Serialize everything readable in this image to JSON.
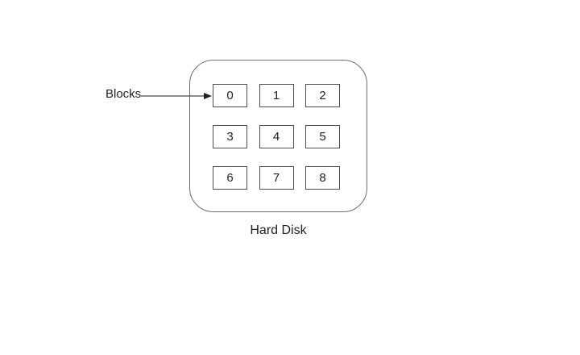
{
  "diagram": {
    "blocks_label": "Blocks",
    "disk_caption": "Hard Disk",
    "blocks": [
      "0",
      "1",
      "2",
      "3",
      "4",
      "5",
      "6",
      "7",
      "8"
    ],
    "colors": {
      "background": "#ffffff",
      "arrow_line": "#4a4a4a",
      "disk_border": "#6e6e6e",
      "block_border": "#4d4d4d",
      "text": "#1f1f1f"
    }
  }
}
